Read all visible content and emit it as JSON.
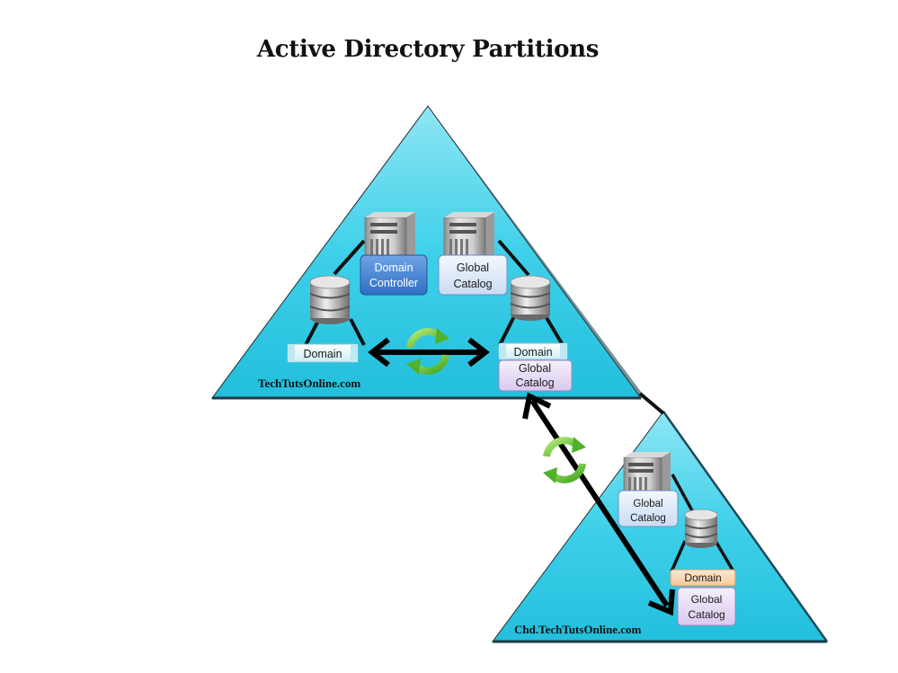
{
  "title": "Active Directory Partitions",
  "parent_domain": {
    "domain_name": "TechTutsOnline.com",
    "server_left_label": "Domain Controller",
    "server_right_label": "Global Catalog",
    "db_left_partition": "Domain",
    "db_right_partitions": [
      "Domain",
      "Global Catalog"
    ]
  },
  "child_domain": {
    "domain_name": "Chd.TechTutsOnline.com",
    "server_label": "Global Catalog",
    "db_partitions": [
      "Domain",
      "Global Catalog"
    ]
  },
  "colors": {
    "triangle_fill": "#33c8e2",
    "controller_box": "#3d7fd0",
    "catalog_box": "#dce9f7",
    "domain_box_child": "#f7d8b5",
    "catalog_partition_box": "#e6dbf4",
    "replication_icon": "#6cc63a"
  },
  "icons": [
    "server-icon",
    "database-icon",
    "replication-icon",
    "double-arrow"
  ]
}
